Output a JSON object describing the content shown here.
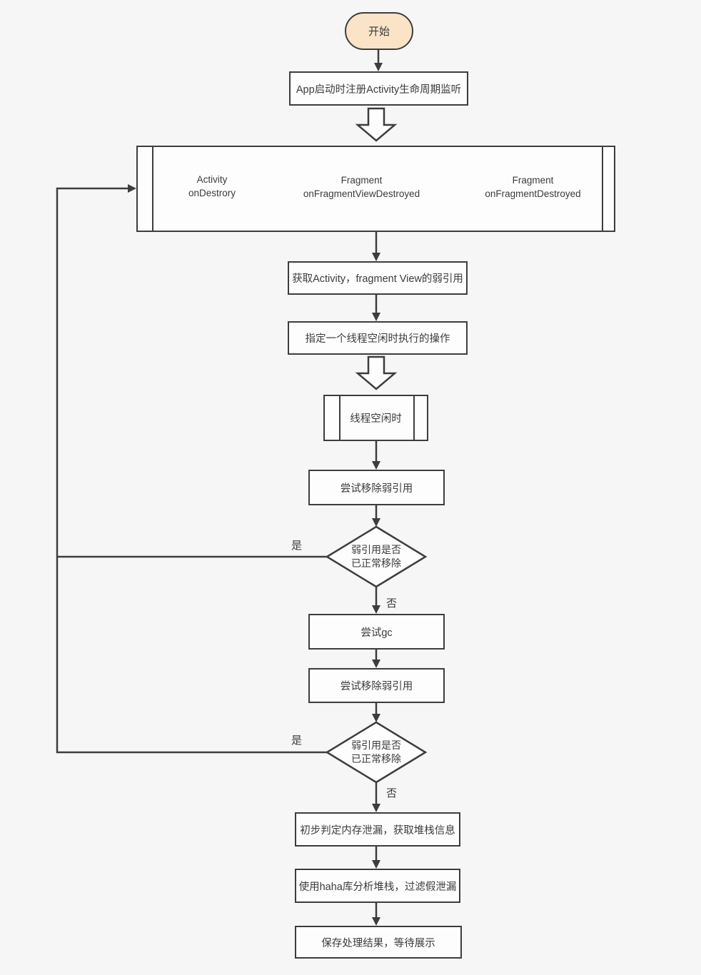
{
  "page": {
    "title": "内存泄漏检测流程图",
    "background": "#f6f6f6",
    "border_color": "#3d3d3d",
    "node_fill": "#fdfdfd",
    "text_color": "#3b3b3b",
    "start_fill": "#fae3c6"
  },
  "nodes": {
    "start": {
      "label": "开始"
    },
    "register": {
      "label": "App启动时注册Activity生命周期监听"
    },
    "callbacks": {
      "items": [
        {
          "lines": [
            "Activity",
            "onDestrory"
          ]
        },
        {
          "lines": [
            "Fragment",
            "onFragmentViewDestroyed"
          ]
        },
        {
          "lines": [
            "Fragment",
            "onFragmentDestroyed"
          ]
        }
      ]
    },
    "get_refs": {
      "label": "获取Activity，fragment View的弱引用"
    },
    "idle_op": {
      "label": "指定一个线程空闲时执行的操作"
    },
    "thread_idle": {
      "label": "线程空闲时"
    },
    "try_remove_1": {
      "label": "尝试移除弱引用"
    },
    "decision_1": {
      "lines": [
        "弱引用是否",
        "已正常移除"
      ]
    },
    "try_gc": {
      "label": "尝试gc"
    },
    "try_remove_2": {
      "label": "尝试移除弱引用"
    },
    "decision_2": {
      "lines": [
        "弱引用是否",
        "已正常移除"
      ]
    },
    "judge_leak": {
      "label": "初步判定内存泄漏，获取堆栈信息"
    },
    "analyze": {
      "label": "使用haha库分析堆栈，过滤假泄漏"
    },
    "save": {
      "label": "保存处理结果，等待展示"
    }
  },
  "edges": {
    "d1_yes": "是",
    "d1_no": "否",
    "d2_yes": "是",
    "d2_no": "否"
  }
}
